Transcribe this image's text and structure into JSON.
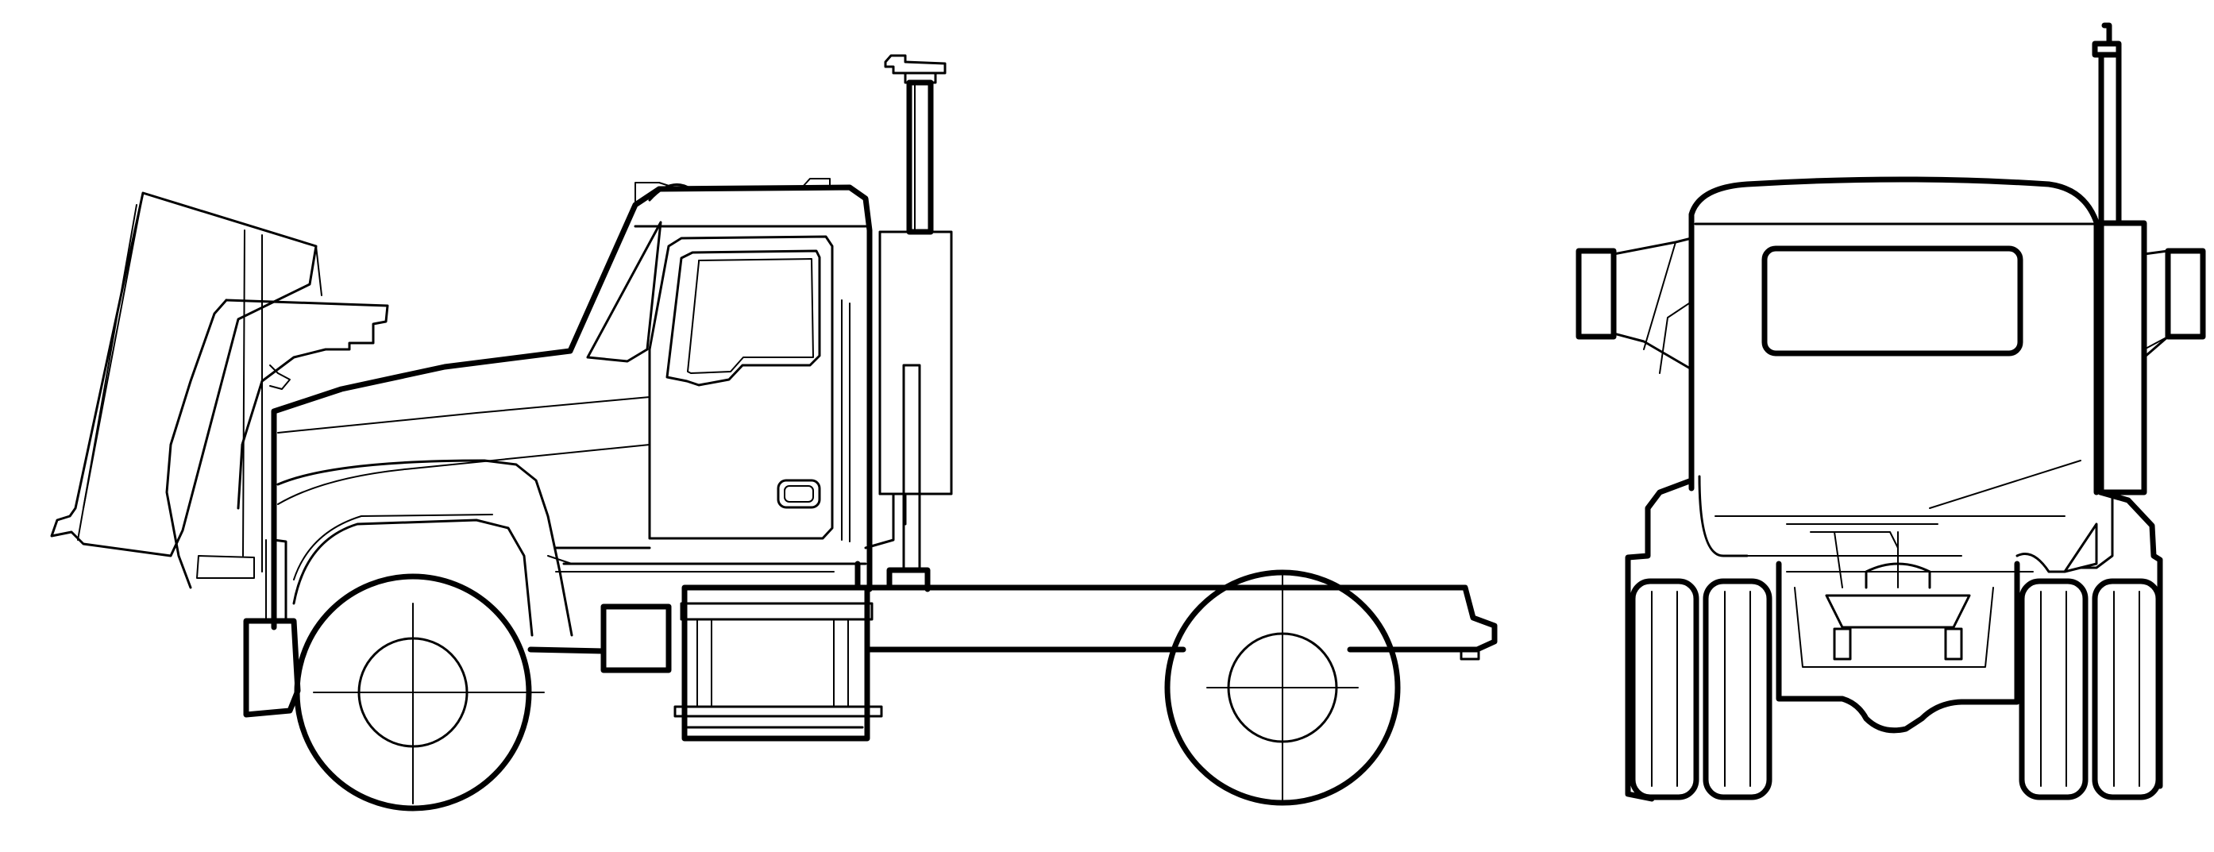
{
  "drawing": {
    "colors": {
      "line": "#000000",
      "background": "#ffffff"
    },
    "views": [
      {
        "id": "side",
        "subject": "truck-side-view",
        "hood": "tilted-open"
      },
      {
        "id": "rear",
        "subject": "truck-rear-view"
      }
    ],
    "components": {
      "side": [
        "open-hood",
        "cab",
        "cab-door",
        "door-window",
        "door-handle",
        "front-fender",
        "bumper",
        "exhaust-stack",
        "air-cleaner",
        "fuel-tank",
        "battery-box",
        "cab-step",
        "frame-rail",
        "front-wheel",
        "rear-wheel",
        "wheel-centerline"
      ],
      "rear": [
        "cab-back",
        "back-window",
        "left-mirror",
        "right-mirror",
        "exhaust-stack",
        "frame",
        "rear-axle",
        "left-dual-tires",
        "right-dual-tires"
      ]
    }
  }
}
